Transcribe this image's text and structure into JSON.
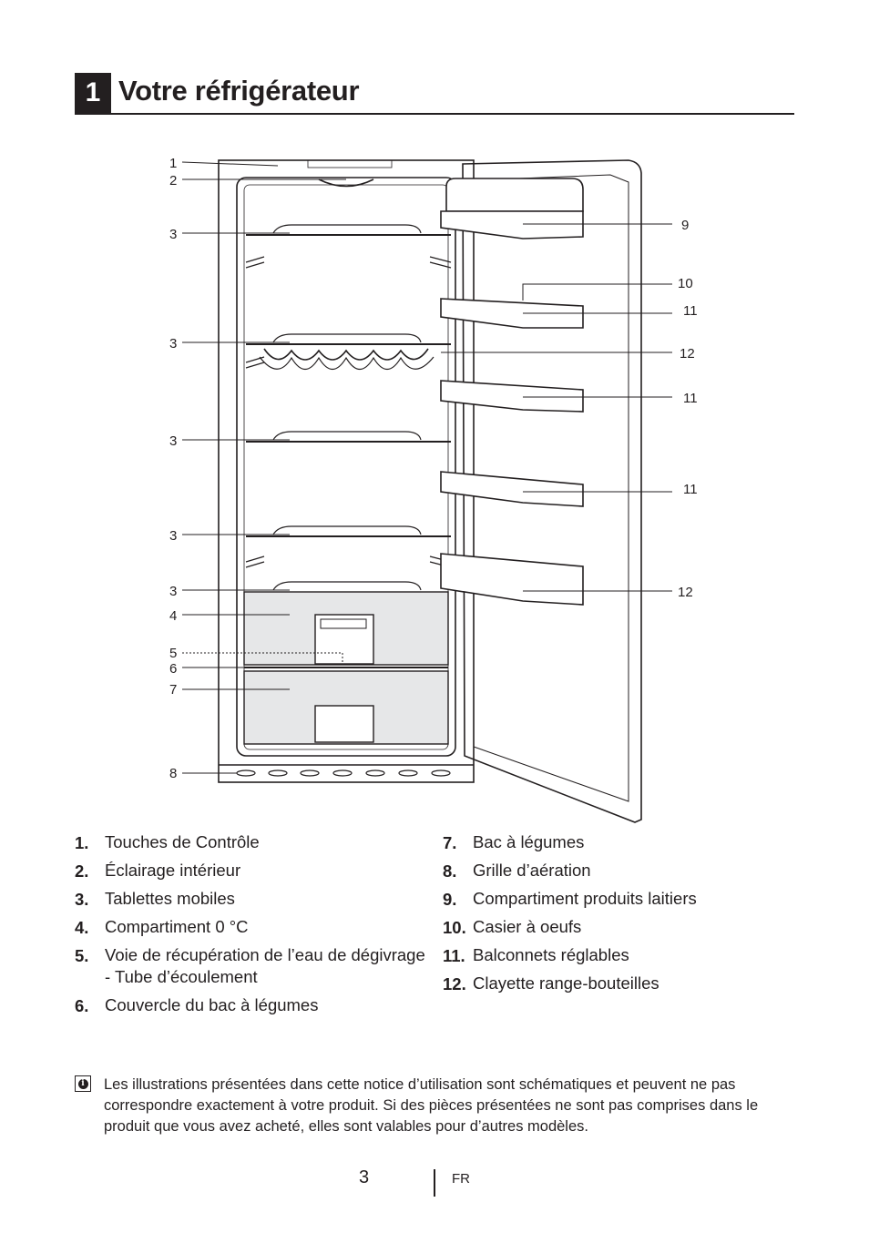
{
  "header": {
    "chapter_number": "1",
    "title": "Votre réfrigérateur"
  },
  "diagram": {
    "callouts_left": [
      "1",
      "2",
      "3",
      "3",
      "3",
      "3",
      "3",
      "4",
      "5",
      "6",
      "7",
      "8"
    ],
    "callouts_right": [
      "9",
      "10",
      "11",
      "12",
      "11",
      "11",
      "12"
    ]
  },
  "legend": {
    "left": [
      {
        "num": "1.",
        "label": "Touches de Contrôle"
      },
      {
        "num": "2.",
        "label": "Éclairage intérieur"
      },
      {
        "num": "3.",
        "label": "Tablettes mobiles"
      },
      {
        "num": "4.",
        "label": "Compartiment 0 °C"
      },
      {
        "num": "5.",
        "label": "Voie de récupération de l’eau de dégivrage - Tube d’écoulement"
      },
      {
        "num": "6.",
        "label": "Couvercle du bac à légumes"
      }
    ],
    "right": [
      {
        "num": "7.",
        "label": "Bac à légumes"
      },
      {
        "num": "8.",
        "label": "Grille d’aération"
      },
      {
        "num": "9.",
        "label": "Compartiment produits laitiers"
      },
      {
        "num": "10.",
        "label": "Casier à oeufs"
      },
      {
        "num": "11.",
        "label": "Balconnets réglables"
      },
      {
        "num": "12.",
        "label": "Clayette range-bouteilles"
      }
    ]
  },
  "note": {
    "icon": "info-icon",
    "text": "Les illustrations présentées dans cette notice d’utilisation sont schématiques et peuvent ne pas correspondre exactement à votre produit. Si des pièces présentées ne sont pas comprises dans le produit que vous avez acheté, elles sont valables pour d’autres modèles."
  },
  "footer": {
    "page_number": "3",
    "language": "FR"
  }
}
